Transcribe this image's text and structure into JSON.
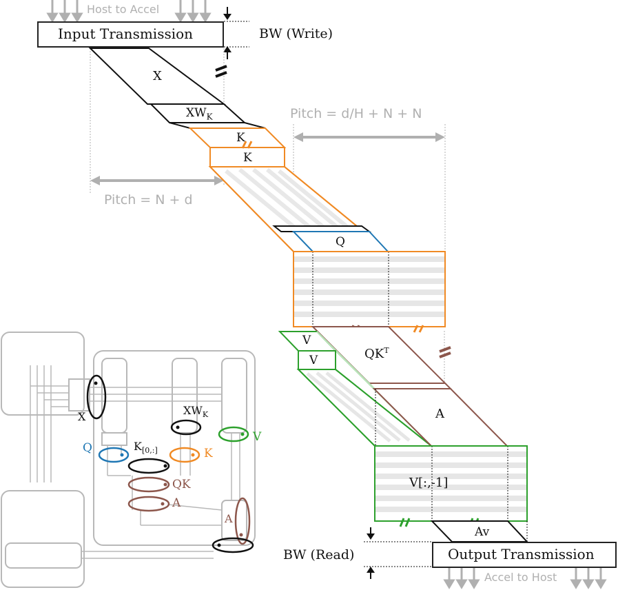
{
  "colors": {
    "black": "#111111",
    "gray": "#b0b0b0",
    "orange": "#f08a24",
    "blue": "#1f77b4",
    "brown": "#8c564b",
    "green": "#2ca02c",
    "stripe": "#e6e6e6"
  },
  "labels": {
    "host_to_accel": "Host to Accel",
    "input_transmission": "Input Transmission",
    "bw_write": "BW (Write)",
    "x": "X",
    "xw_main": "XW",
    "xw_sub": "K",
    "k_top": "K",
    "k_bottom": "K",
    "pitch_left": "Pitch = N + d",
    "pitch_right": "Pitch = d/H + N + N",
    "q": "Q",
    "v_top": "V",
    "v_bottom": "V",
    "qk_main": "QK",
    "qk_sup": "T",
    "a": "A",
    "v_slice": "V[:,-1]",
    "av": "Av",
    "bw_read": "BW (Read)",
    "output_transmission": "Output Transmission",
    "accel_to_host": "Accel to Host"
  },
  "legend": {
    "x": "X",
    "xw_main": "XW",
    "xw_sub": "K",
    "v": "V",
    "q": "Q",
    "k0_main": "K",
    "k0_sub": "[0,:]",
    "k": "K",
    "qk": "QK",
    "a": "A",
    "a_core": "A"
  }
}
